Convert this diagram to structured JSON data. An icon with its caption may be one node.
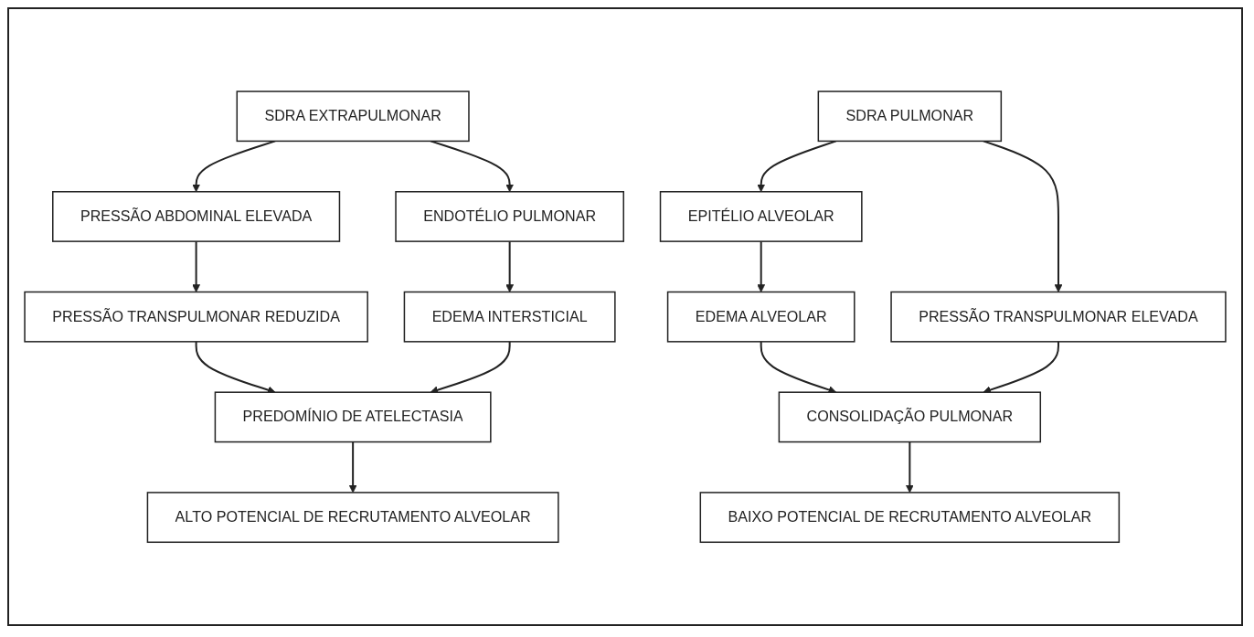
{
  "diagram": {
    "nodes": [
      {
        "text": [
          "SDRA EXTRAPULMONAR"
        ]
      },
      {
        "text": [
          "SDRA PULMONAR"
        ]
      },
      {
        "text": [
          "PRESSÃO ABDOMINAL ELEVADA"
        ]
      },
      {
        "text": [
          "ENDOTÉLIO PULMONAR"
        ]
      },
      {
        "text": [
          "EPITÉLIO ALVEOLAR"
        ]
      },
      {
        "text": [
          "PRESSÃO TRANSPULMONAR REDUZIDA"
        ]
      },
      {
        "text": [
          "EDEMA INTERSTICIAL"
        ]
      },
      {
        "text": [
          "EDEMA ALVEOLAR"
        ]
      },
      {
        "text": [
          "PRESSÃO TRANSPULMONAR ELEVADA"
        ]
      },
      {
        "text": [
          "PREDOMÍNIO DE ATELECTASIA"
        ]
      },
      {
        "text": [
          "CONSOLIDAÇÃO PULMONAR"
        ]
      },
      {
        "text": [
          "ALTO POTENCIAL DE RECRUTAMENTO ALVEOLAR"
        ]
      },
      {
        "text": [
          "BAIXO POTENCIAL DE RECRUTAMENTO ALVEOLAR"
        ]
      }
    ],
    "edges": [
      {
        "from": 0,
        "to": 2,
        "arrow": "to"
      },
      {
        "from": 0,
        "to": 3,
        "arrow": "to"
      },
      {
        "from": 1,
        "to": 4,
        "arrow": "to"
      },
      {
        "from": 1,
        "to": 8,
        "arrow": "to"
      },
      {
        "from": 2,
        "to": 5,
        "arrow": "to"
      },
      {
        "from": 3,
        "to": 6,
        "arrow": "to"
      },
      {
        "from": 4,
        "to": 7,
        "arrow": "to"
      },
      {
        "from": 5,
        "to": 9,
        "arrow": "to"
      },
      {
        "from": 6,
        "to": 9,
        "arrow": "to"
      },
      {
        "from": 7,
        "to": 10,
        "arrow": "to"
      },
      {
        "from": 8,
        "to": 10,
        "arrow": "to"
      },
      {
        "from": 9,
        "to": 11,
        "arrow": "to"
      },
      {
        "from": 10,
        "to": 12,
        "arrow": "to"
      }
    ]
  }
}
